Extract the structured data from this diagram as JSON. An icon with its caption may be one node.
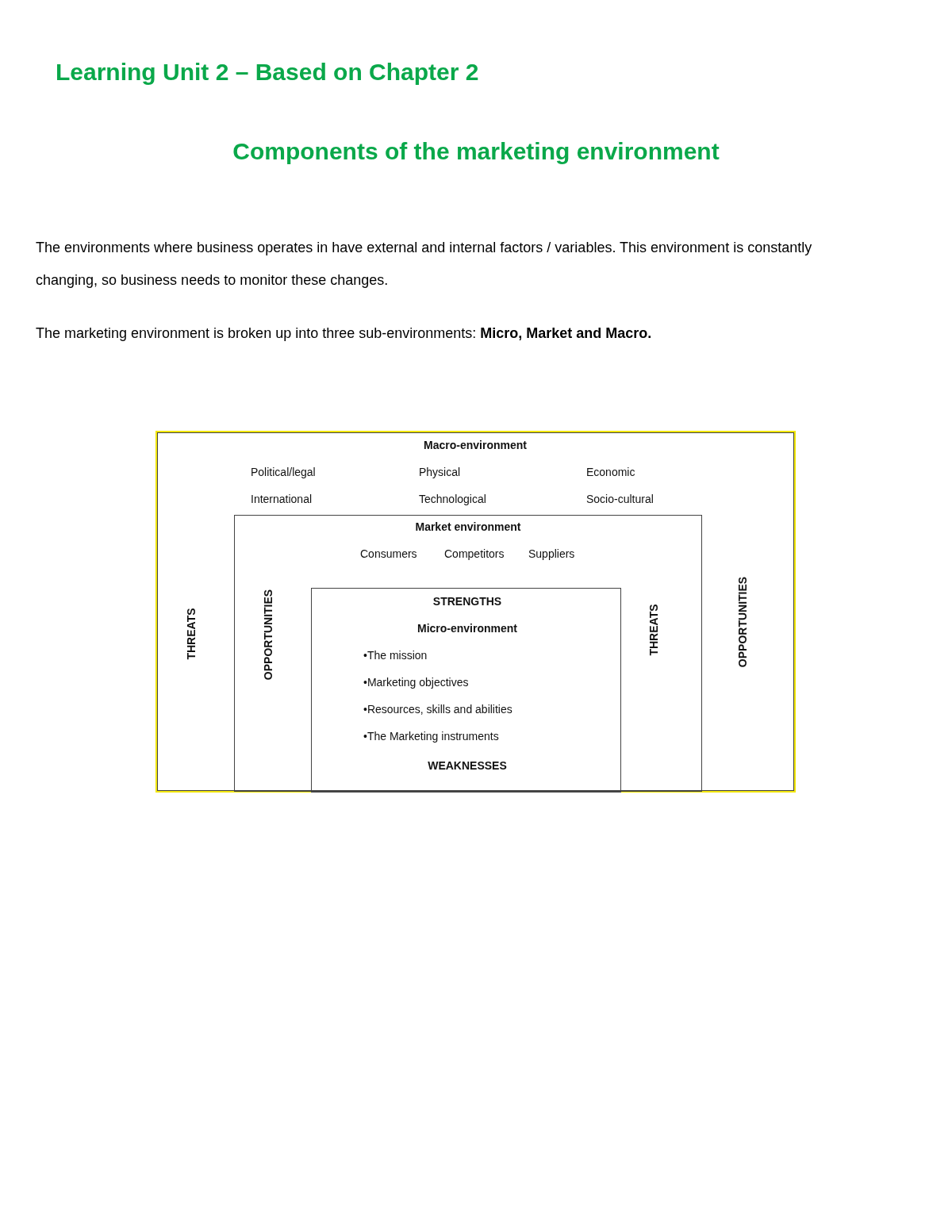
{
  "diagram": {
    "title": "Learning Unit 2 – Based on Chapter 2",
    "nodes": [
      {
        "text": [
          "Macro-environment",
          "Political/legal",
          "Physical",
          "Economic",
          "International",
          "Technological",
          "Socio-cultural",
          "THREATS",
          "OPPORTUNITIES"
        ]
      },
      {
        "text": [
          "Market environment",
          "Consumers",
          "Competitors",
          "Suppliers",
          "OPPORTUNITIES",
          "THREATS"
        ],
        "in": 0
      },
      {
        "text": [
          "STRENGTHS",
          "Micro-environment",
          "•The mission",
          "•Marketing objectives",
          "•Resources, skills and abilities",
          "•The Marketing instruments",
          "WEAKNESSES"
        ],
        "in": 1
      }
    ],
    "labels": [
      "Components of the marketing environment",
      "The environments where business operates in have external and internal factors / variables.  This environment is constantly changing, so business needs to monitor these changes.",
      "The marketing environment is broken up into three sub-environments: **Micro, Market and Macro.**"
    ]
  }
}
